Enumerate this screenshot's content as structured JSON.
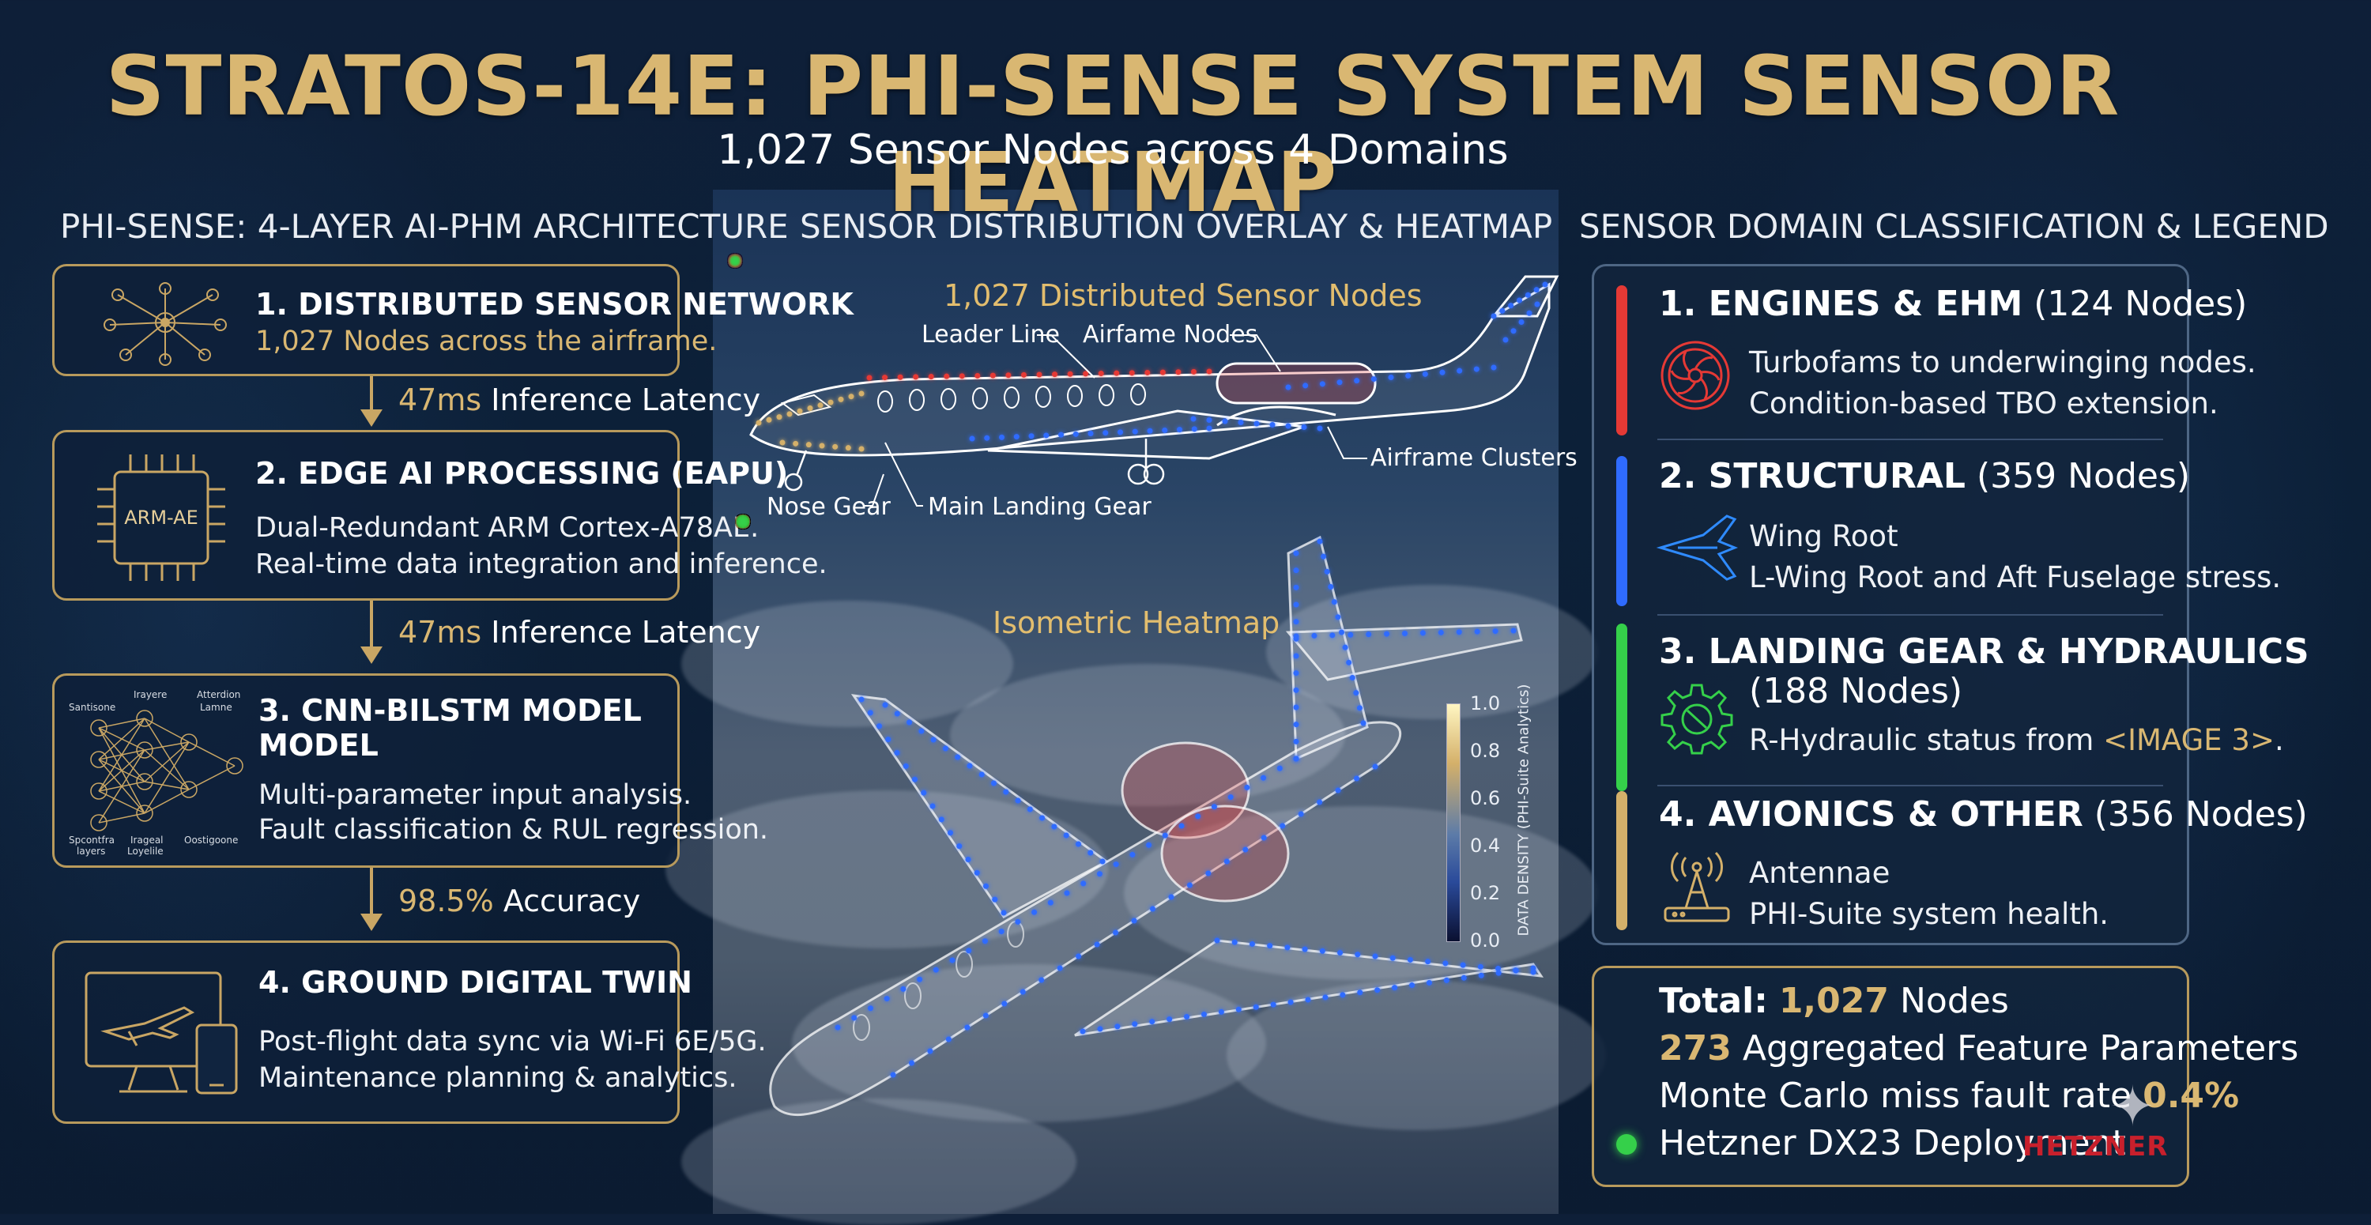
{
  "title": "STRATOS-14E: PHI-SENSE SYSTEM SENSOR HEATMAP",
  "subtitle": "1,027 Sensor Nodes across 4 Domains",
  "colors": {
    "gold": "#d9b772",
    "engines": "#e53935",
    "structural": "#2f6bff",
    "landing": "#35d04a",
    "avionics": "#d4b06a"
  },
  "architecture": {
    "heading": "PHI-SENSE: 4-LAYER AI-PHM ARCHITECTURE",
    "layers": [
      {
        "title": "1. DISTRIBUTED SENSOR NETWORK",
        "lines": [
          "1,027 Nodes across the airframe."
        ],
        "icon": "sensor-network-icon"
      },
      {
        "title": "2. EDGE AI PROCESSING (EAPU)",
        "chip_label": "ARM-AE",
        "lines": [
          "Dual-Redundant ARM Cortex-A78AE.",
          "Real-time data integration and inference."
        ],
        "icon": "chip-icon"
      },
      {
        "title_lines": [
          "3. CNN-BILSTM MODEL",
          "MODEL"
        ],
        "lines": [
          "Multi-parameter input analysis.",
          "Fault classification & RUL regression."
        ],
        "icon": "neural-network-icon",
        "nn_labels": [
          "Santisone",
          "Irayere",
          "Atterdion",
          "Lamne",
          "Spcontfra",
          "layers",
          "Irageal",
          "Loyelile",
          "Oostigoone"
        ]
      },
      {
        "title": "4. GROUND DIGITAL TWIN",
        "lines": [
          "Post-flight data sync via Wi-Fi 6E/5G.",
          "Maintenance planning & analytics."
        ],
        "icon": "digital-twin-icon"
      }
    ],
    "metrics": [
      {
        "value": "47ms",
        "label": "Inference Latency"
      },
      {
        "value": "47ms",
        "label": "Inference Latency"
      },
      {
        "value": "98.5%",
        "label": "Accuracy"
      }
    ]
  },
  "overlay": {
    "heading": "SENSOR DISTRIBUTION OVERLAY & HEATMAP",
    "nodes_label": "1,027 Distributed Sensor Nodes",
    "labels": {
      "leader": "Leader Line",
      "airframe_nodes": "Airfame Nodes",
      "clusters": "Airframe Clusters",
      "nose_gear": "Nose Gear",
      "main_gear": "Main Landing Gear"
    },
    "iso_label": "Isometric Heatmap",
    "colorbar": {
      "title": "DATA DENSITY (PHI-Suite Analytics)",
      "ticks": [
        "1.0",
        "0.8",
        "0.6",
        "0.4",
        "0.2",
        "0.0"
      ]
    }
  },
  "legend": {
    "heading": "SENSOR DOMAIN CLASSIFICATION & LEGEND",
    "domains": [
      {
        "name": "1. ENGINES & EHM",
        "count": "(124 Nodes)",
        "lines": [
          "Turbofams to underwinging nodes.",
          "Condition-based TBO extension."
        ],
        "icon": "turbofan-icon"
      },
      {
        "name": "2. STRUCTURAL",
        "count": "(359 Nodes)",
        "lines": [
          "Wing Root",
          "L-Wing Root and Aft Fuselage stress."
        ],
        "icon": "wing-root-icon"
      },
      {
        "name": "3. LANDING GEAR & HYDRAULICS",
        "count": "(188 Nodes)",
        "line_pre": "R-Hydraulic status from ",
        "line_hl": "<IMAGE 3>",
        "line_post": ".",
        "icon": "gear-icon"
      },
      {
        "name": "4. AVIONICS & OTHER",
        "count": "(356 Nodes)",
        "lines": [
          "Antennae",
          "PHI-Suite system health."
        ],
        "icon": "antenna-icon"
      }
    ]
  },
  "totals": {
    "total_label": "Total:",
    "total_value": "1,027",
    "total_unit": "Nodes",
    "params_value": "273",
    "params_label": "Aggregated Feature Parameters",
    "mc_label": "Monte Carlo miss fault rate",
    "mc_value": "0.4%",
    "deploy_label": "Hetzner DX23 Deployment",
    "watermark": "HETZNER"
  }
}
